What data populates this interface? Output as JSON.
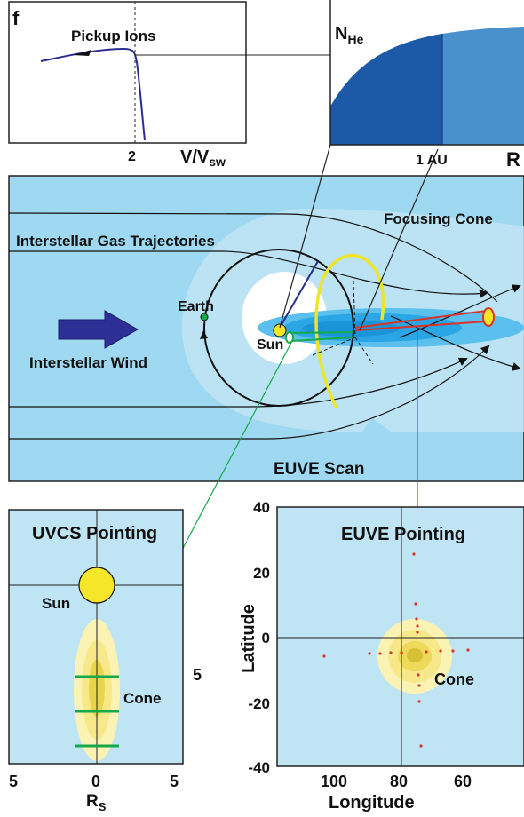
{
  "panel_f": {
    "letter": "f",
    "title": "Pickup Ions",
    "xlabel_main": "V/V",
    "xlabel_sub": "sw",
    "tick": "2"
  },
  "panel_nhe": {
    "ylabel_main": "N",
    "ylabel_sub": "He",
    "tick": "1 AU",
    "xlabel": "R"
  },
  "main": {
    "trajectories_label": "Interstellar Gas Trajectories",
    "focusing_cone_label": "Focusing Cone",
    "earth_label": "Earth",
    "sun_label": "Sun",
    "wind_label": "Interstellar Wind",
    "scan_label": "EUVE Scan"
  },
  "uvcs": {
    "title": "UVCS Pointing",
    "sun_label": "Sun",
    "cone_label": "Cone",
    "right_tick": "5",
    "x_ticks": [
      "5",
      "0",
      "5"
    ],
    "xlabel_main": "R",
    "xlabel_sub": "S"
  },
  "euve": {
    "title": "EUVE Pointing",
    "cone_label": "Cone",
    "y_ticks": [
      "40",
      "20",
      "0",
      "-20",
      "-40"
    ],
    "x_ticks": [
      "100",
      "80",
      "60"
    ],
    "ylabel": "Latitude",
    "xlabel": "Longitude"
  },
  "colors": {
    "sky": "#bfe4f3",
    "sky_deep": "#9fd9f1",
    "cone_blue": "#2aa6e6",
    "nhe_dark": "#1c5aa8",
    "nhe_light": "#4a90cc",
    "sun": "#f6e629",
    "arrow": "#1f2a8a",
    "scan": "#eee62a",
    "red": "#d8342a",
    "green": "#17a84a"
  }
}
